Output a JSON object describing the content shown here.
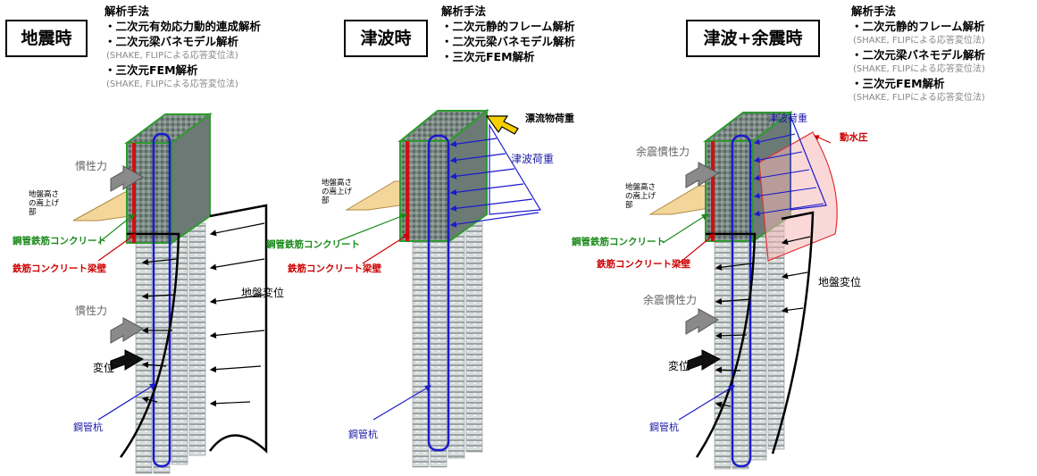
{
  "panels": [
    {
      "title": "地震時",
      "method_heading": "解析手法",
      "methods": [
        {
          "label": "・二次元有効応力動的連成解析",
          "note": ""
        },
        {
          "label": "・二次元梁バネモデル解析",
          "note": "(SHAKE, FLIPによる応答変位法)"
        },
        {
          "label": "・三次元FEM解析",
          "note": "(SHAKE, FLIPによる応答変位法)"
        }
      ],
      "labels": {
        "inertia_top": "慣性力",
        "raised_ground": "地盤高さの嵩上げ部",
        "steel_pipe_rc": "鋼管鉄筋コンクリート",
        "rc_wall": "鉄筋コンクリート梁壁",
        "ground_disp": "地盤変位",
        "inertia_bottom": "慣性力",
        "displacement": "変位",
        "steel_pipe_pile": "鋼管杭"
      }
    },
    {
      "title": "津波時",
      "method_heading": "解析手法",
      "methods": [
        {
          "label": "・二次元静的フレーム解析",
          "note": ""
        },
        {
          "label": "・二次元梁バネモデル解析",
          "note": ""
        },
        {
          "label": "・三次元FEM解析",
          "note": ""
        }
      ],
      "labels": {
        "drift_load": "漂流物荷重",
        "tsunami_load": "津波荷重",
        "raised_ground": "地盤高さの嵩上げ部",
        "steel_pipe_rc": "鋼管鉄筋コンクリート",
        "rc_wall": "鉄筋コンクリート梁壁",
        "steel_pipe_pile": "鋼管杭"
      }
    },
    {
      "title": "津波+余震時",
      "method_heading": "解析手法",
      "methods": [
        {
          "label": "・二次元静的フレーム解析",
          "note": "(SHAKE, FLIPによる応答変位法)"
        },
        {
          "label": "・二次元梁バネモデル解析",
          "note": "(SHAKE, FLIPによる応答変位法)"
        },
        {
          "label": "・三次元FEM解析",
          "note": "(SHAKE, FLIPによる応答変位法)"
        }
      ],
      "labels": {
        "tsunami_load": "津波荷重",
        "hydro_pressure": "動水圧",
        "aftershock_inertia_top": "余震慣性力",
        "raised_ground": "地盤高さの嵩上げ部",
        "steel_pipe_rc": "鋼管鉄筋コンクリート",
        "rc_wall": "鉄筋コンクリート梁壁",
        "ground_disp": "地盤変位",
        "aftershock_inertia_bottom": "余震慣性力",
        "displacement": "変位",
        "steel_pipe_pile": "鋼管杭"
      }
    }
  ],
  "colors": {
    "wall_green": "#2e9a2e",
    "wall_red": "#d01010",
    "pile_blue": "#1a1acc",
    "arrow_gray": "#8a8a8a",
    "sand": "#f3d79a",
    "hydro_red": "#f6b8b8",
    "drift_yellow": "#f5d000"
  }
}
